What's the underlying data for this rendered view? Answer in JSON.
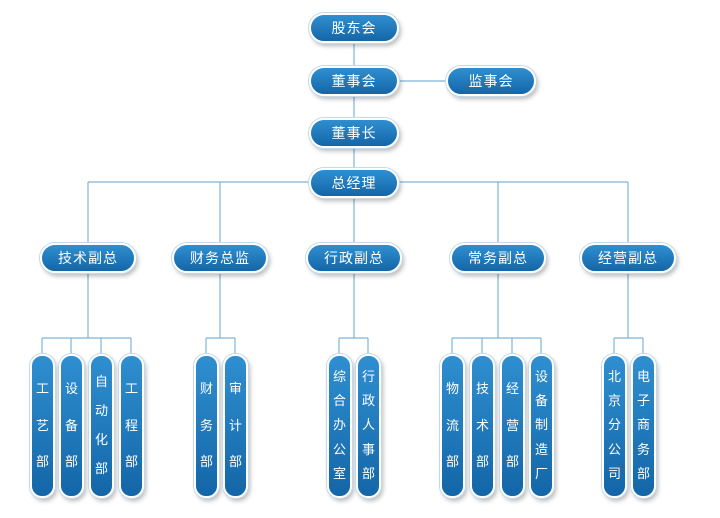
{
  "top_nodes": {
    "shareholders": "股东会",
    "board": "董事会",
    "supervisors": "监事会",
    "chairman": "董事长",
    "gm": "总经理"
  },
  "deputies": {
    "tech": "技术副总",
    "finance": "财务总监",
    "admin": "行政副总",
    "executive": "常务副总",
    "operations": "经营副总"
  },
  "departments": {
    "process": [
      "工",
      "艺",
      "部"
    ],
    "equipment": [
      "设",
      "备",
      "部"
    ],
    "automation": [
      "自",
      "动",
      "化",
      "部"
    ],
    "engineering": [
      "工",
      "程",
      "部"
    ],
    "finance": [
      "财",
      "务",
      "部"
    ],
    "audit": [
      "审",
      "计",
      "部"
    ],
    "general_office": [
      "综",
      "合",
      "办",
      "公",
      "室"
    ],
    "hr": [
      "行",
      "政",
      "人",
      "事",
      "部"
    ],
    "logistics": [
      "物",
      "流",
      "部"
    ],
    "technology": [
      "技",
      "术",
      "部"
    ],
    "business": [
      "经",
      "营",
      "部"
    ],
    "equipment_factory": [
      "设",
      "备",
      "制",
      "造",
      "厂"
    ],
    "beijing_branch": [
      "北",
      "京",
      "分",
      "公",
      "司"
    ],
    "ecommerce": [
      "电",
      "子",
      "商",
      "务",
      "部"
    ]
  }
}
